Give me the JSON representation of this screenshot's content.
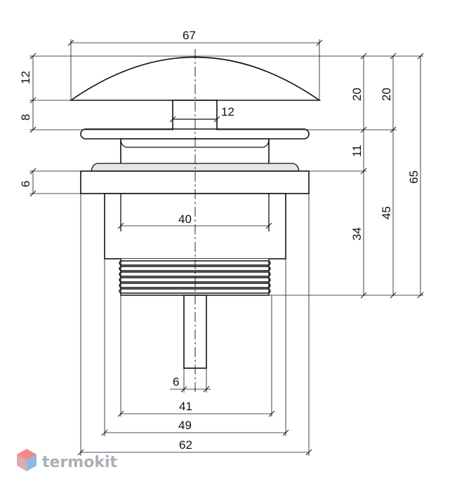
{
  "drawing": {
    "dimensions": {
      "cap_width": "67",
      "cap_height": "12",
      "stem_height": "8",
      "stem_width": "12",
      "flange_thickness": "6",
      "inner_width": "40",
      "pin_width": "6",
      "thread_width": "41",
      "body_width": "49",
      "flange_width": "62",
      "upper_right_20a": "20",
      "upper_right_20b": "20",
      "collar_height": "11",
      "body_height": "34",
      "lower_height": "45",
      "total_height": "65"
    },
    "line_color": "#111111"
  },
  "watermark": {
    "text": "termokit",
    "colors": [
      "#f08a8a",
      "#8fb8e0",
      "#c8ccd2"
    ]
  }
}
